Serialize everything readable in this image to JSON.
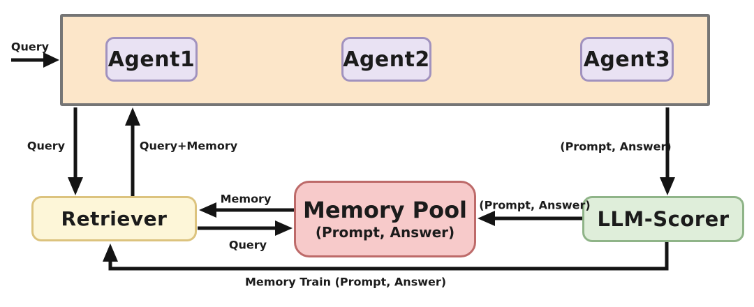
{
  "diagram": {
    "nodes": {
      "agent1": {
        "label": "Agent1"
      },
      "agent2": {
        "label": "Agent2"
      },
      "agent3": {
        "label": "Agent3"
      },
      "retriever": {
        "label": "Retriever"
      },
      "memory_pool": {
        "title": "Memory Pool",
        "subtitle": "(Prompt, Answer)"
      },
      "llm_scorer": {
        "label": "LLM-Scorer"
      }
    },
    "edges": {
      "query_external": {
        "label": "Query"
      },
      "agents_to_retriever": {
        "label": "Query"
      },
      "retriever_to_agents": {
        "label": "Query+Memory"
      },
      "agents_to_llm_scorer": {
        "label": "(Prompt, Answer)"
      },
      "memory_pool_to_retriever": {
        "label": "Memory"
      },
      "retriever_to_memory_pool": {
        "label": "Query"
      },
      "llm_scorer_to_memory_pool": {
        "label": "(Prompt, Answer)"
      },
      "llm_scorer_to_retriever": {
        "label": "Memory Train (Prompt, Answer)"
      }
    },
    "colors": {
      "agents_container_fill": "#FCE6C9",
      "agents_container_border": "#757575",
      "agent_fill": "#E9E2F3",
      "agent_border": "#A192BE",
      "retriever_fill": "#FDF6D8",
      "retriever_border": "#DCC37E",
      "memory_pool_fill": "#F7CACA",
      "memory_pool_border": "#BD6A69",
      "llm_scorer_fill": "#DFEEDA",
      "llm_scorer_border": "#8FB488",
      "arrow": "#141414",
      "text": "#1B1B1B"
    }
  }
}
